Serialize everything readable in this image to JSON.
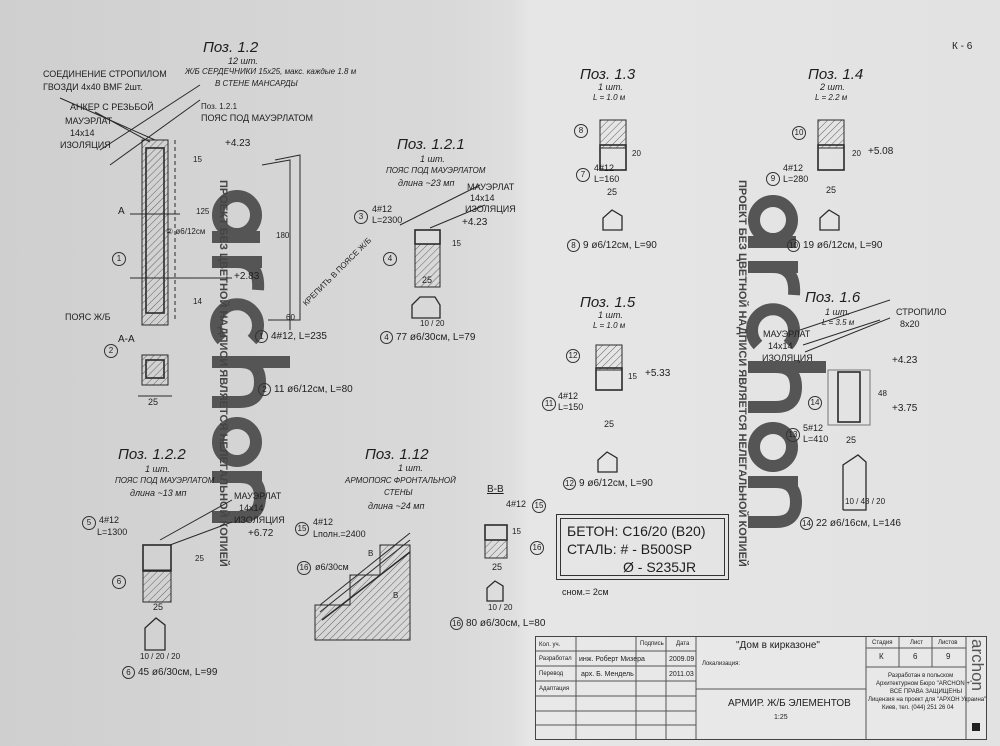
{
  "sheet_code": "К - 6",
  "watermark": {
    "logo": "archon",
    "notice": "ПРОЕКТ БЕЗ ЦВЕТНОЙ НАДПИСИ ЯВЛЯЕТСЯ НЕЛЕГАЛЬНОЙ КОПИЕЙ"
  },
  "p12": {
    "title": "Поз.  1.2",
    "qty": "12 шт.",
    "desc1": "Ж/Б СЕРДЕЧНИКИ 15x25, макс. каждые 1.8 м",
    "desc2": "В СТЕНЕ МАНСАРДЫ",
    "connection1": "СОЕДИНЕНИЕ  СТРОПИЛОМ",
    "connection2": "ГВОЗДИ 4x40 BMF 2шт.",
    "anchor": "АНКЕР С РЕЗЬБОЙ",
    "mauerlat": "МАУЭРЛАТ",
    "mauerlat_size": "14x14",
    "insulation": "ИЗОЛЯЦИЯ",
    "ref1": "Поз. 1.2.1",
    "ref2": "ПОЯС ПОД МАУЭРЛАТОМ",
    "level_top": "+4.23",
    "level_bottom": "+2.83",
    "section_mark": "А",
    "section_label": "А-А",
    "stirrup_spacing": "② ø6/12см",
    "belt": "ПОЯС Ж/Б",
    "dim_width": "25",
    "dim_15": "15",
    "dim_125": "125",
    "dim_14": "14",
    "bar1": "4#12, L=235",
    "bar2": "11 ø6/12см, L=80",
    "fix_note": "КРЕПИТЬ В ПОЯСЕ Ж/Б",
    "dim_180": "180",
    "dim_60": "60"
  },
  "p121": {
    "title": "Поз.  1.2.1",
    "qty": "1 шт.",
    "desc": "ПОЯС ПОД МАУЭРЛАТОМ",
    "length": "длина ~23 мп",
    "mauerlat": "МАУЭРЛАТ",
    "mauerlat_size": "14x14",
    "insulation": "ИЗОЛЯЦИЯ",
    "level": "+4.23",
    "rebar": "4#12",
    "rebar_len": "L=2300",
    "dim_width": "25",
    "dim_height": "15",
    "stirrup_dims": "10 / 20",
    "stirrup": "77 ø6/30см,  L=79"
  },
  "p122": {
    "title": "Поз.  1.2.2",
    "qty": "1 шт.",
    "desc": "ПОЯС ПОД МАУЭРЛАТОМ",
    "length": "длина ~13 мп",
    "mauerlat": "МАУЭРЛАТ",
    "mauerlat_size": "14x14",
    "insulation": "ИЗОЛЯЦИЯ",
    "level": "+6.72",
    "rebar": "4#12",
    "rebar_len": "L=1300",
    "dim_width": "25",
    "dim_height": "25",
    "stirrup_dims": "10 / 20 / 20",
    "stirrup": "45 ø6/30см,  L=99"
  },
  "p112": {
    "title": "Поз.  1.12",
    "qty": "1 шт.",
    "desc1": "АРМОПОЯС ФРОНТАЛЬНОЙ",
    "desc2": "СТЕНЫ",
    "length": "длина ~24 мп",
    "rebar": "4#12",
    "rebar_len": "Lполн.=2400",
    "stirrup": "ø6/30см",
    "cut_mark": "В",
    "section_label": "В-В",
    "sec_rebar": "4#12",
    "sec_dim_width": "25",
    "sec_dim_height": "15",
    "sec_stirrup_dims": "10 / 20",
    "stirrup_total": "80 ø6/30см,  L=80"
  },
  "p13": {
    "title": "Поз. 1.3",
    "qty": "1 шт.",
    "length": "L = 1.0 м",
    "rebar": "4#12",
    "rebar_len": "L=160",
    "dim_width": "25",
    "dim_height": "20",
    "stirrup": "9 ø6/12см,  L=90"
  },
  "p14": {
    "title": "Поз. 1.4",
    "qty": "2 шт.",
    "length": "L = 2.2 м",
    "rebar": "4#12",
    "rebar_len": "L=280",
    "dim_width": "25",
    "dim_height": "20",
    "level": "+5.08",
    "stirrup": "19 ø6/12см,  L=90"
  },
  "p15": {
    "title": "Поз. 1.5",
    "qty": "1 шт.",
    "length": "L = 1.0 м",
    "rebar": "4#12",
    "rebar_len": "L=150",
    "dim_width": "25",
    "dim_height": "15",
    "level": "+5.33",
    "stirrup": "9 ø6/12см,  L=90"
  },
  "p16": {
    "title": "Поз. 1.6",
    "qty": "1 шт.",
    "length": "L = 3.5 м",
    "rafter": "СТРОПИЛО",
    "rafter_size": "8x20",
    "mauerlat": "МАУЭРЛАТ",
    "mauerlat_size": "14x14",
    "insulation": "ИЗОЛЯЦИЯ",
    "level_top": "+4.23",
    "level_bottom": "+3.75",
    "dim_height": "48",
    "rebar": "5#12",
    "rebar_len": "L=410",
    "dim_width": "25",
    "stirrup_dims": "10 / 43 / 20",
    "stirrup": "22 ø6/16см,  L=146"
  },
  "materials": {
    "concrete": "БЕТОН: С16/20 (B20)",
    "steel": "СТАЛЬ:  #  - B500SP",
    "steel2": "Ø - S235JR",
    "cover": "cном.=   2см"
  },
  "title_block": {
    "h_qty": "Кол. уч.",
    "h_sign": "Подпись",
    "h_date": "Дата",
    "developed_label": "Разработал",
    "developed_by": "инж. Роберт Мизера",
    "developed_date": "2009.09",
    "translated_label": "Перевод",
    "translated_by": "арх. Б. Мендель",
    "translated_date": "2011.03",
    "adaptation_label": "Адаптация",
    "project": "\"Дом в кирказоне\"",
    "location_label": "Локализация:",
    "sheet_title": "АРМИР. Ж/Б ЭЛЕМЕНТОВ",
    "scale": "1:25",
    "stage_label": "Стадия",
    "sheet_label": "Лист",
    "sheets_label": "Листов",
    "stage": "К",
    "sheet": "6",
    "sheets": "9",
    "dev1": "Разработан в польском",
    "dev2": "Архитектурном Бюро \"ARCHON +\"",
    "dev3": "ВСЕ ПРАВА ЗАЩИЩЕНЫ",
    "dev4": "Лицензия на проект для \"АРХОН Украина\"",
    "dev5": "Киев, тел. (044) 251 26 04",
    "logo": "archon"
  },
  "colors": {
    "paper": "#d9d9d9",
    "ink": "#1e1e1e",
    "watermark": "#555555"
  }
}
